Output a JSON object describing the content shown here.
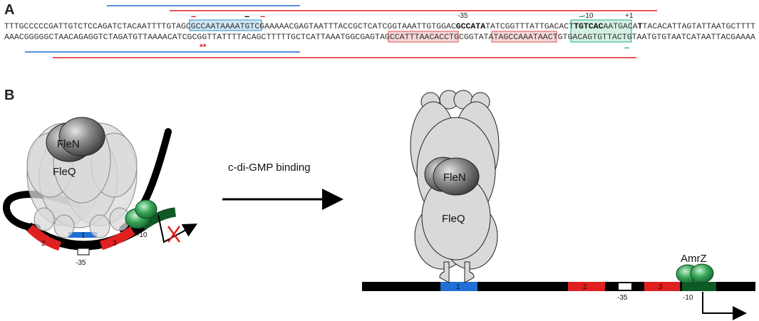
{
  "panels": {
    "a": "A",
    "b": "B"
  },
  "sequence": {
    "top": {
      "pre": "TTTGCCCCCGATTGTCTCCAGATCTACAATTTTGTAGC",
      "blue_box": "GCCAATAAAATGTC",
      "mid1": "GAAAAACGAGTAATTTACCGCTCATCGGTAAATTGTGGAC",
      "bold35": "GCCATA",
      "mid2": "TATCGGTTTATTGACACT",
      "green_bold": "TGTCAC",
      "green_rest": "AATGACA",
      "t_bold": "T",
      "post": "TACACATTAGTATTAATGCTTTT"
    },
    "bottom": {
      "pre": "AAACGGGGGCTAACAGAGGTCTAGATGTTAAAACATCGCGGTTATTTTACAGCTTTTTGCTCATTAAATGGCGAGTAG",
      "box2": "CCATTTAACACCTG",
      "mid1": "CGGTATAT",
      "box3": "AGCCAAATAACTG",
      "mid2": "TG",
      "green_box": "ACAGTGTTACTGT",
      "post": "AATGTGTAATCATAATTACGAAAA"
    },
    "positions": {
      "m35": "-35",
      "m10": "-10",
      "p1": "+1"
    },
    "stars": "**"
  },
  "diagram_b": {
    "left": {
      "flen": "FleN",
      "fleq": "FleQ",
      "site1": "1",
      "site2": "2",
      "site3": "3",
      "m35": "-35",
      "m10": "-10"
    },
    "arrow_label": "c-di-GMP binding",
    "right": {
      "flen": "FleN",
      "fleq": "FleQ",
      "amrz": "AmrZ",
      "site1": "1",
      "site2": "2",
      "site3": "3",
      "m35": "-35",
      "m10": "-10"
    }
  },
  "colors": {
    "blue": "#1f6fd6",
    "red": "#e02020",
    "green": "#1a9a3a",
    "teal": "#22b07a",
    "box_blue_fill": "#cfe6f5",
    "box_red_fill": "#f6d6d6",
    "box_green_fill": "#d3f0e2"
  }
}
